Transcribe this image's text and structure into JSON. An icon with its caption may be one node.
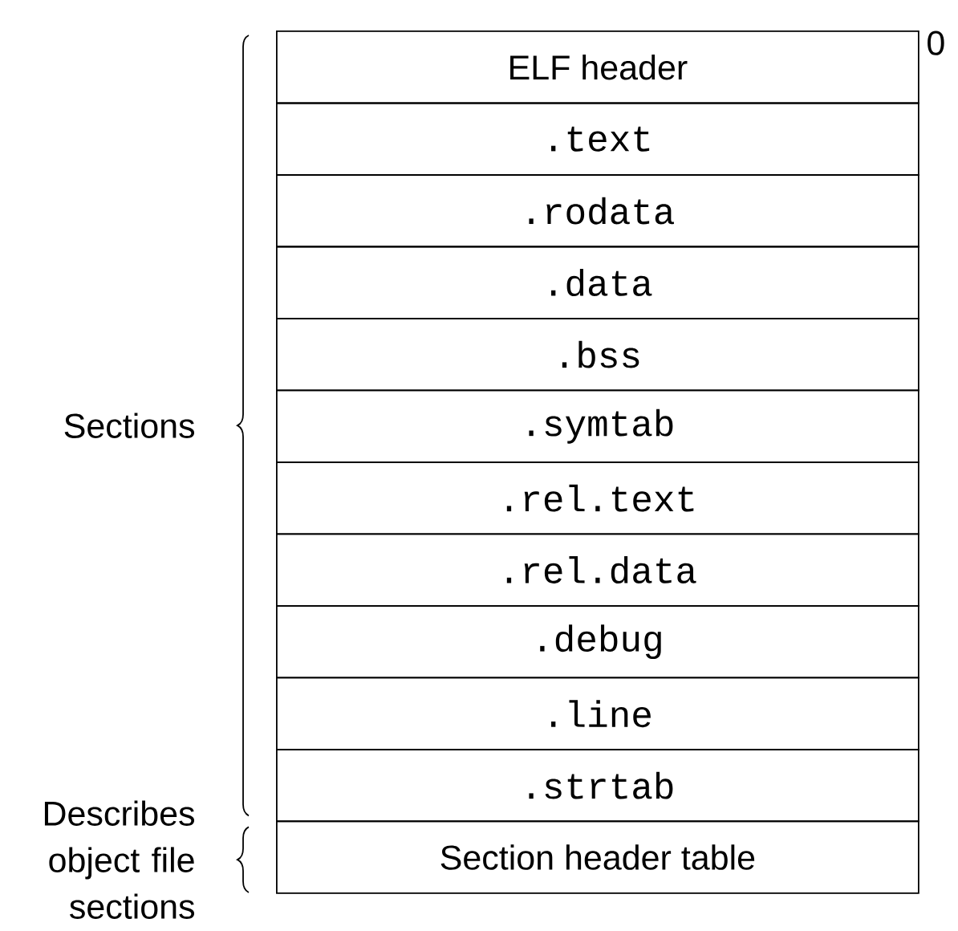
{
  "diagram": {
    "nodes": [
      {
        "text": [
          "ELF header"
        ]
      },
      {
        "text": [
          ".text"
        ]
      },
      {
        "text": [
          ".rodata"
        ]
      },
      {
        "text": [
          ".data"
        ]
      },
      {
        "text": [
          ".bss"
        ]
      },
      {
        "text": [
          ".symtab"
        ]
      },
      {
        "text": [
          ".rel.text"
        ]
      },
      {
        "text": [
          ".rel.data"
        ]
      },
      {
        "text": [
          ".debug"
        ]
      },
      {
        "text": [
          ".line"
        ]
      },
      {
        "text": [
          ".strtab"
        ]
      },
      {
        "text": [
          "Section header table"
        ]
      }
    ],
    "labels": [
      "0",
      "Sections",
      "Describes object file sections"
    ]
  }
}
